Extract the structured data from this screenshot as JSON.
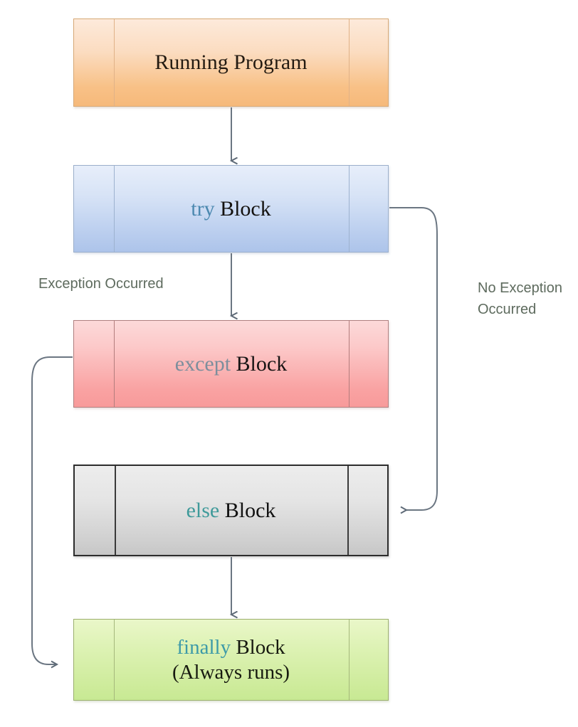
{
  "diagram": {
    "title": "Python try-except-else-finally exception handling flow",
    "background": "#ffffff",
    "blocks": [
      {
        "id": "running",
        "name": "running-program-block",
        "label": "Running Program",
        "keyword": "",
        "rest": "Running Program",
        "fill": "#f8c187",
        "border": "#d7a977",
        "shape": "predefined-process"
      },
      {
        "id": "try",
        "name": "try-block",
        "label": "try Block",
        "keyword": "try",
        "rest": " Block",
        "fill": "#b9cdee",
        "border": "#9bafcb",
        "keyword_color": "#4c89b0",
        "shape": "predefined-process"
      },
      {
        "id": "except",
        "name": "except-block",
        "label": "except Block",
        "keyword": "except",
        "rest": " Block",
        "fill": "#f9a2a2",
        "border": "#b08080",
        "keyword_color": "#7d8e9c",
        "shape": "predefined-process"
      },
      {
        "id": "else",
        "name": "else-block",
        "label": "else Block",
        "keyword": "else",
        "rest": " Block",
        "fill": "#cfcfcf",
        "border": "#2d2d2d",
        "keyword_color": "#3f9a9a",
        "shape": "predefined-process"
      },
      {
        "id": "finally",
        "name": "finally-block",
        "label": "finally Block (Always runs)",
        "keyword": "finally",
        "rest": " Block",
        "subtitle": "(Always runs)",
        "fill": "#cdeb9a",
        "border": "#9cb06f",
        "keyword_color": "#3d9aa8",
        "shape": "predefined-process"
      }
    ],
    "edges": [
      {
        "name": "edge-running-to-try",
        "from": "running",
        "to": "try",
        "label": "",
        "style": "straight-down"
      },
      {
        "name": "edge-try-to-except",
        "from": "try",
        "to": "except",
        "label": "Exception Occurred",
        "style": "straight-down"
      },
      {
        "name": "edge-try-to-else",
        "from": "try",
        "to": "else",
        "label": "No Exception\nOccurred",
        "style": "curve-right"
      },
      {
        "name": "edge-else-to-finally",
        "from": "else",
        "to": "finally",
        "label": "",
        "style": "straight-down"
      },
      {
        "name": "edge-except-to-finally",
        "from": "except",
        "to": "finally",
        "label": "",
        "style": "curve-left"
      }
    ],
    "labels": {
      "exception_occurred": "Exception Occurred",
      "no_exception_occurred": "No Exception\nOccurred",
      "label_color": "#5e6b5e"
    }
  }
}
